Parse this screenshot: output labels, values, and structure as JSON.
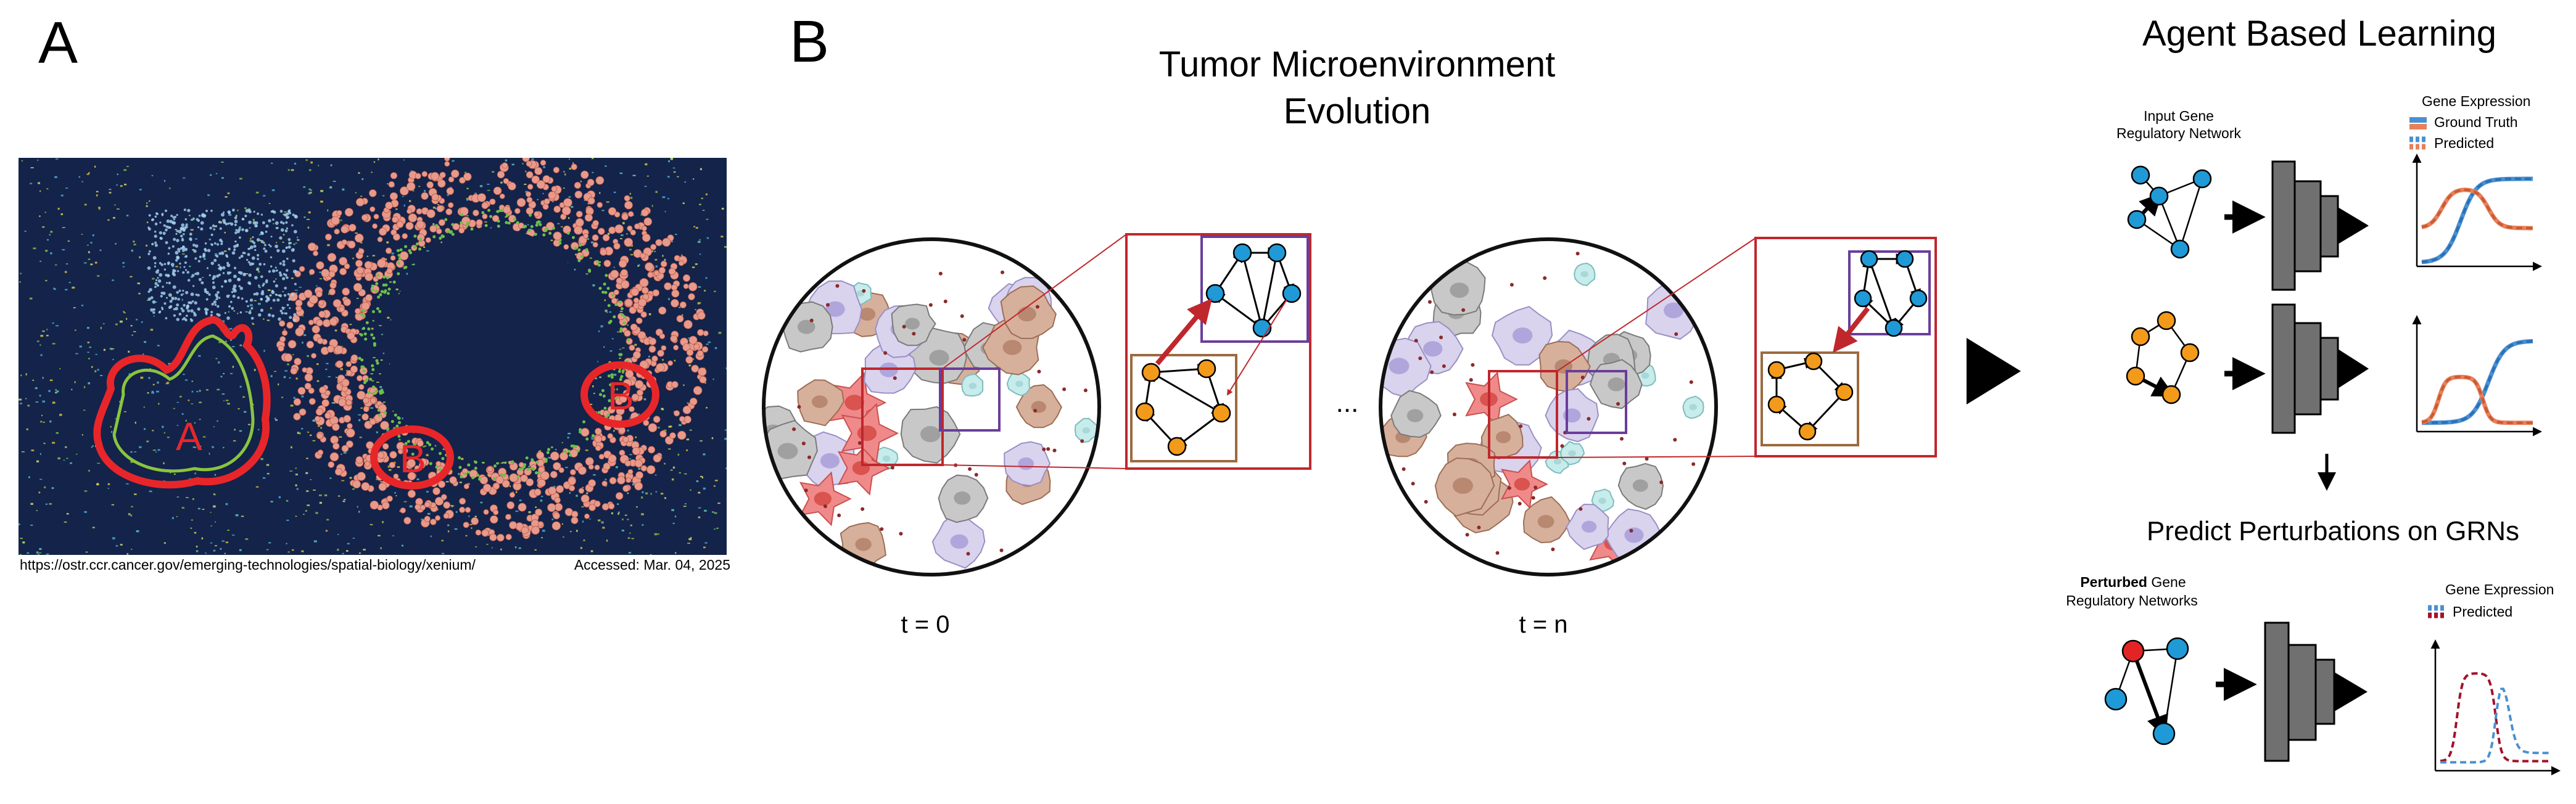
{
  "panel_a": {
    "letter": "A",
    "region_labels": [
      "A",
      "B",
      "B"
    ],
    "source_url": "https://ostr.ccr.cancer.gov/emerging-technologies/spatial-biology/xenium/",
    "accessed": "Accessed: Mar. 04, 2025"
  },
  "panel_b": {
    "letter": "B",
    "title_line1": "Tumor Microenvironment",
    "title_line2": "Evolution",
    "ellipsis": "...",
    "time_labels": [
      "t = 0",
      "t = n"
    ]
  },
  "agent": {
    "title": "Agent Based Learning",
    "input_label_line1": "Input Gene",
    "input_label_line2": "Regulatory Network",
    "legend_title": "Gene Expression",
    "legend_truth": "Ground Truth",
    "legend_pred": "Predicted",
    "predict_title": "Predict Perturbations on GRNs",
    "perturbed_bold": "Perturbed",
    "perturbed_rest": " Gene",
    "perturbed_line2": "Regulatory Networks",
    "legend2_title": "Gene Expression",
    "legend2_pred": "Predicted"
  },
  "colors": {
    "tissue_bg": "#13234a",
    "region_outline": "#e8262a",
    "tumor_cell": "#e89a8a",
    "tumor_cell_pink": "#f08a8a",
    "macrophage": "#d7b09c",
    "immune_purple": "#d9d3ee",
    "stroma_grey": "#b8b8b8",
    "node_blue": "#1f9ad6",
    "node_orange": "#f39a1b",
    "node_red": "#e32424",
    "box_red": "#c0272d",
    "box_purple": "#6a3d9a",
    "box_brown": "#9c6b3f",
    "curve_blue": "#4a90d0",
    "curve_orange": "#e8805a",
    "curve_darkred": "#a3112a",
    "encoder_grey": "#707070"
  }
}
